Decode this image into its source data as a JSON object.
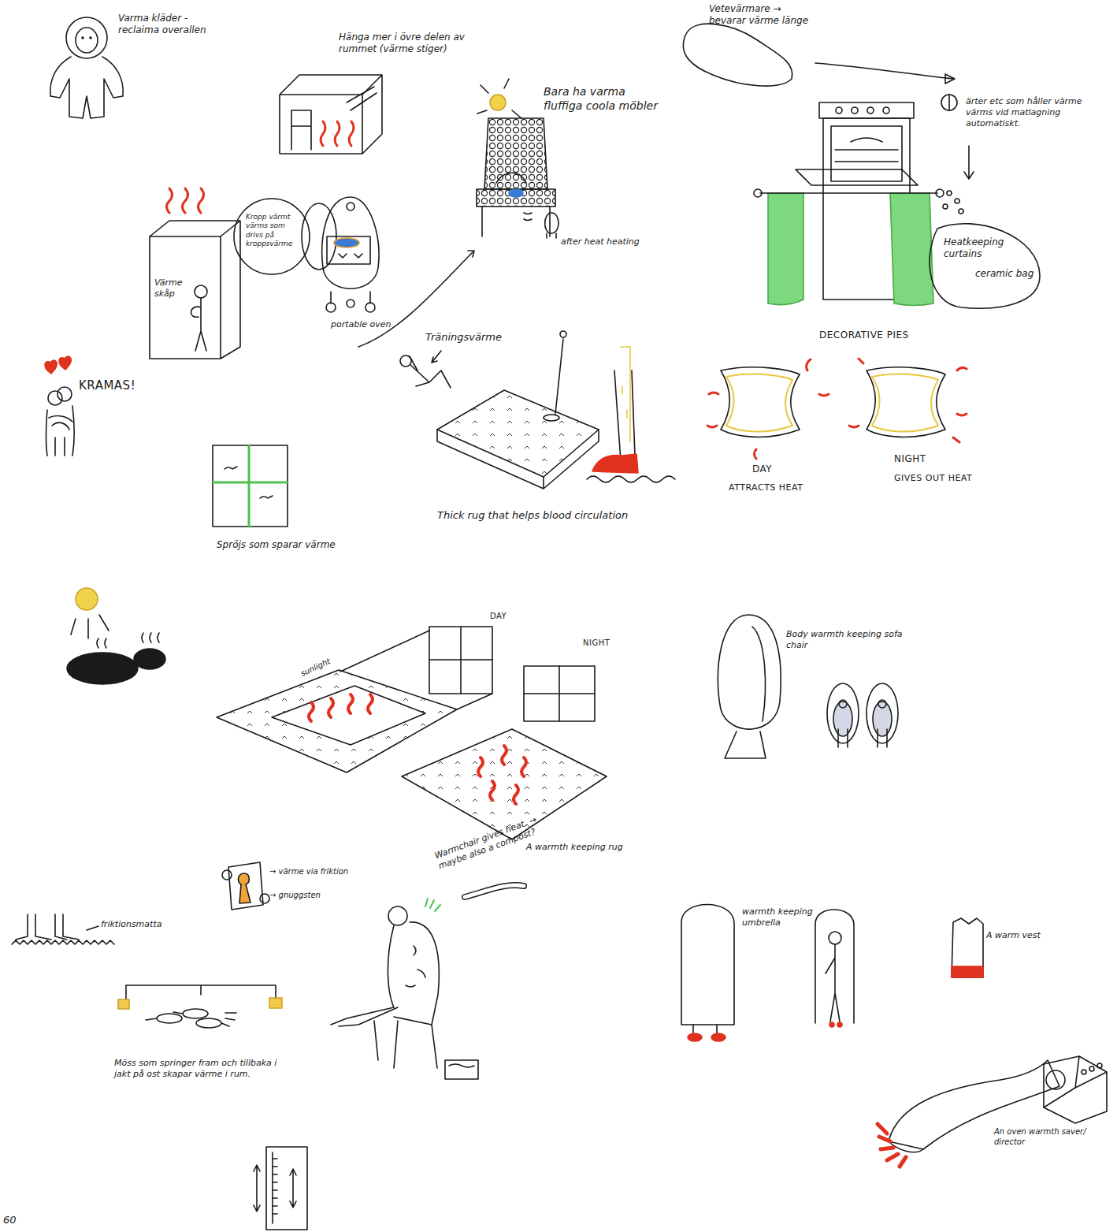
{
  "diagram": {
    "labels": [
      "Varma kläder -reclaima overallen",
      "Hänga mer i övre delen av rummet (värme stiger)",
      "Bara ha varma fluffiga coola möbler",
      "after heat heating",
      "Vetevärmare → bevarar värme länge",
      "ärter etc som håller värme värms vid matlagning automatiskt.",
      "Heatkeeping curtains",
      "ceramic bag",
      "Värme skåp",
      "Kropp värmt värms som drivs på kroppsvärme",
      "portable oven",
      "Träningsvärme",
      "KRAMAS!",
      "DECORATIVE PIES",
      "DAY",
      "ATTRACTS HEAT",
      "NIGHT",
      "GIVES OUT HEAT",
      "Spröjs som sparar värme",
      "Thick rug that helps blood circulation",
      "DAY",
      "NIGHT",
      "sunlight",
      "A warmth keeping rug",
      "Body warmth keeping sofa chair",
      "→ värme via friktion",
      "→ gnuggsten",
      "friktionsmatta",
      "Warmchair gives heat. → maybe also a compost?",
      "warmth keeping umbrella",
      "A warm vest",
      "Möss som springer fram och tillbaka i jakt på ost skapar värme i rum.",
      "An oven warmth saver/ director",
      "60"
    ]
  }
}
